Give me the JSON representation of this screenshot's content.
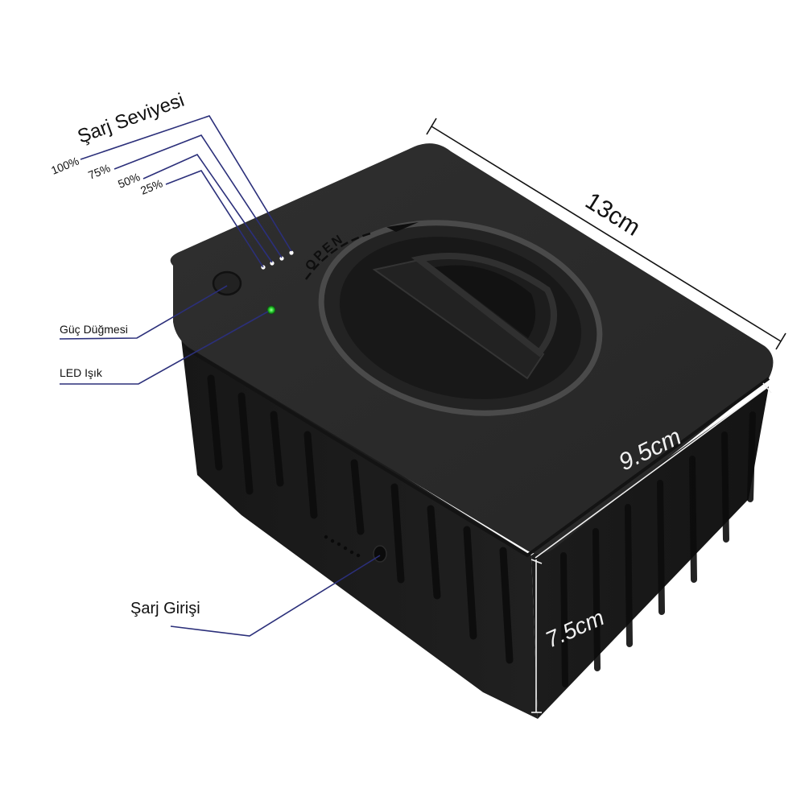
{
  "product": {
    "name": "black-battery-box",
    "body_color": "#1e1e1e",
    "lid_color": "#2a2a2a",
    "ring_color": "#4a4a4a",
    "led_color": "#27d22e",
    "leader_line_color": "#2b2f7a",
    "lid_open_text": "OPEN"
  },
  "charge_level": {
    "title": "Şarj Seviyesi",
    "levels": [
      {
        "label": "100%"
      },
      {
        "label": "75%"
      },
      {
        "label": "50%"
      },
      {
        "label": "25%"
      }
    ]
  },
  "callouts": {
    "power_button": "Güç Düğmesi",
    "led_light": "LED Işık",
    "charge_input": "Şarj Girişi"
  },
  "dimensions": {
    "length": "13cm",
    "width": "9.5cm",
    "height": "7.5cm"
  }
}
